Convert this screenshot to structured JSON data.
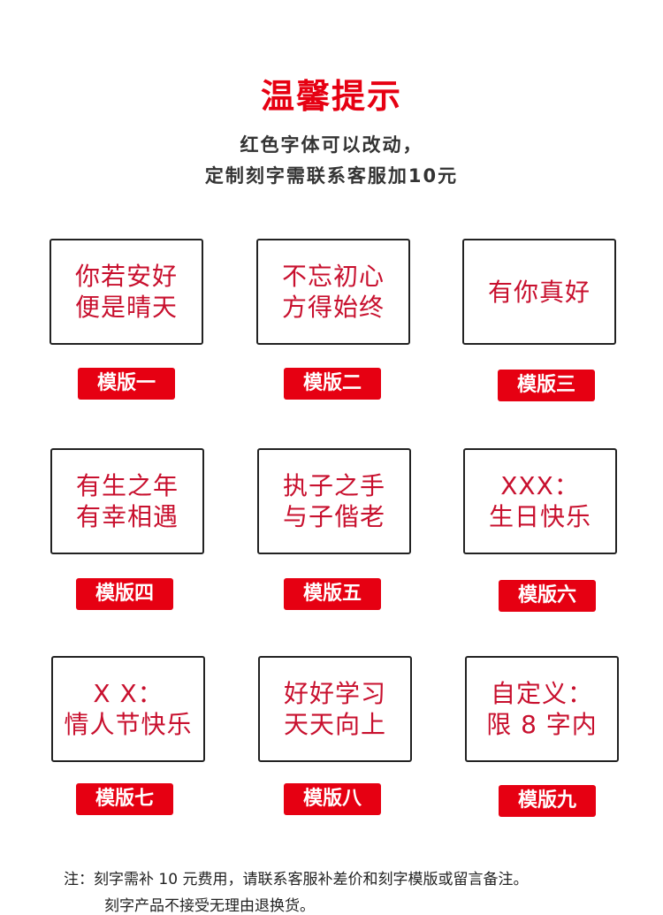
{
  "title": "温馨提示",
  "subtitle": [
    "红色字体可以改动，",
    "定制刻字需联系客服加10元"
  ],
  "templates": [
    {
      "lines": [
        "你若安好",
        "便是晴天"
      ],
      "label": "模版一"
    },
    {
      "lines": [
        "不忘初心",
        "方得始终"
      ],
      "label": "模版二"
    },
    {
      "lines": [
        "有你真好"
      ],
      "label": "模版三"
    },
    {
      "lines": [
        "有生之年",
        "有幸相遇"
      ],
      "label": "模版四"
    },
    {
      "lines": [
        "执子之手",
        "与子偕老"
      ],
      "label": "模版五"
    },
    {
      "lines": [
        "XXX：",
        "生日快乐"
      ],
      "label": "模版六"
    },
    {
      "lines": [
        "X X：",
        "情人节快乐"
      ],
      "label": "模版七"
    },
    {
      "lines": [
        "好好学习",
        "天天向上"
      ],
      "label": "模版八"
    },
    {
      "lines": [
        "自定义：",
        "限 8 字内"
      ],
      "label": "模版九"
    }
  ],
  "notes": [
    "注：刻字需补 10 元费用，请联系客服补差价和刻字模版或留言备注。",
    "刻字产品不接受无理由退换货。"
  ],
  "colors": {
    "accent": "#e60012",
    "template_text": "#c8102e",
    "border": "#222222"
  }
}
